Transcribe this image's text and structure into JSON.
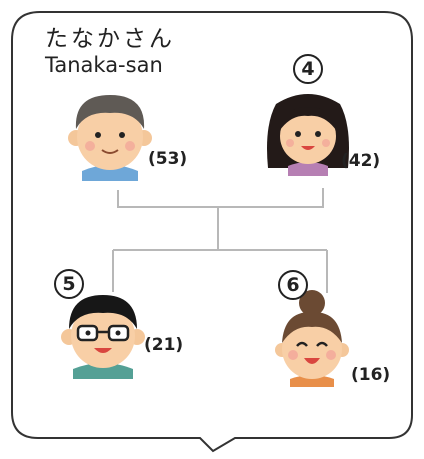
{
  "caption": {
    "japanese": "たなかさん",
    "english": "Tanaka-san"
  },
  "members": [
    {
      "id": "father",
      "number": "",
      "age": "(53)"
    },
    {
      "id": "mother",
      "number": "4",
      "age": "(42)"
    },
    {
      "id": "son",
      "number": "5",
      "age": "(21)"
    },
    {
      "id": "daughter",
      "number": "6",
      "age": "(16)"
    }
  ]
}
